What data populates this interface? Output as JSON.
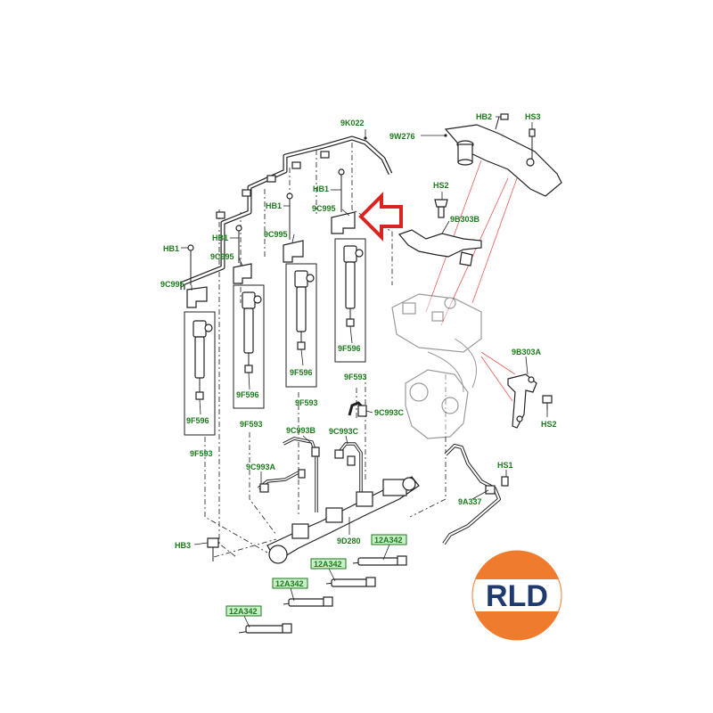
{
  "labels": {
    "rail_pipe": "9K022",
    "heat_shield": "9W276",
    "bolt_hb2": "HB2",
    "stud_hs3": "HS3",
    "stud_hs2_top": "HS2",
    "bracket_9b303b": "9B303B",
    "bracket_9b303a": "9B303A",
    "stud_hs2_right": "HS2",
    "stud_hs1": "HS1",
    "pump_pipe": "9A337",
    "bolt_hb1_1": "HB1",
    "bolt_hb1_2": "HB1",
    "bolt_hb1_3": "HB1",
    "bolt_hb1_4": "HB1",
    "clamp_1": "9C995",
    "clamp_2": "9C995",
    "clamp_3": "9C995",
    "clamp_4": "9C995",
    "injector_1": "9F593",
    "injector_2": "9F593",
    "injector_3": "9F593",
    "injector_4": "9F593",
    "washer_1": "9F596",
    "washer_2": "9F596",
    "washer_3": "9F596",
    "washer_4": "9F596",
    "fuel_pipe_a": "9C993A",
    "fuel_pipe_b": "9C993B",
    "fuel_pipe_c": "9C993C",
    "fuel_pipe_c2": "9C993C",
    "fuel_rail": "9D280",
    "bolt_hb3": "HB3",
    "glow_plug_1": "12A342",
    "glow_plug_2": "12A342",
    "glow_plug_3": "12A342",
    "glow_plug_4": "12A342"
  },
  "logo": {
    "text": "RLD",
    "colors": {
      "orange": "#ef7b2d",
      "navy": "#1e3a6e",
      "white": "#ffffff"
    }
  },
  "arrow": {
    "color": "#d9241f",
    "icon": "left-arrow-icon"
  },
  "colors": {
    "label_green": "#1d7a1d",
    "label_box": "#c9efc9",
    "hidden_lines": "#e0312e"
  }
}
